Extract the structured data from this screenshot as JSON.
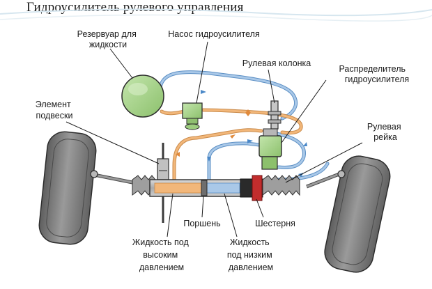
{
  "page": {
    "title": "Гидроусилитель рулевого управления"
  },
  "labels": {
    "reservoir": [
      "Резервуар для",
      "жидкости"
    ],
    "pump": [
      "Насос гидроусилителя"
    ],
    "column": [
      "Рулевая колонка"
    ],
    "distributor": [
      "Распределитель",
      "гидроусилителя"
    ],
    "suspension": [
      "Элемент",
      "подвески"
    ],
    "rack": [
      "Рулевая",
      "рейка"
    ],
    "piston": [
      "Поршень"
    ],
    "pinion": [
      "Шестерня"
    ],
    "high_pressure": [
      "Жидкость под",
      "высоким",
      "давлением"
    ],
    "low_pressure": [
      "Жидкость",
      "под низким",
      "давлением"
    ]
  },
  "colors": {
    "high_pressure_line": "#f0b070",
    "low_pressure_line": "#93b6dc",
    "reservoir": "#a8d48c",
    "pump_green": "#9ccc7e",
    "wheel": "#7c7c7c",
    "rack_body": "#b8b8b8"
  }
}
